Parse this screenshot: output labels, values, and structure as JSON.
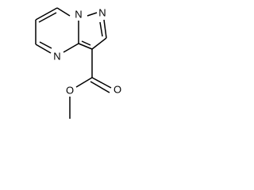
{
  "molecule": {
    "atoms": {
      "n1": "N",
      "n2": "N",
      "n4": "N",
      "o_carbonyl": "O",
      "o_ester": "O"
    }
  },
  "colors": {
    "bond": "#000000",
    "label": "#000000",
    "background": "#ffffff"
  }
}
